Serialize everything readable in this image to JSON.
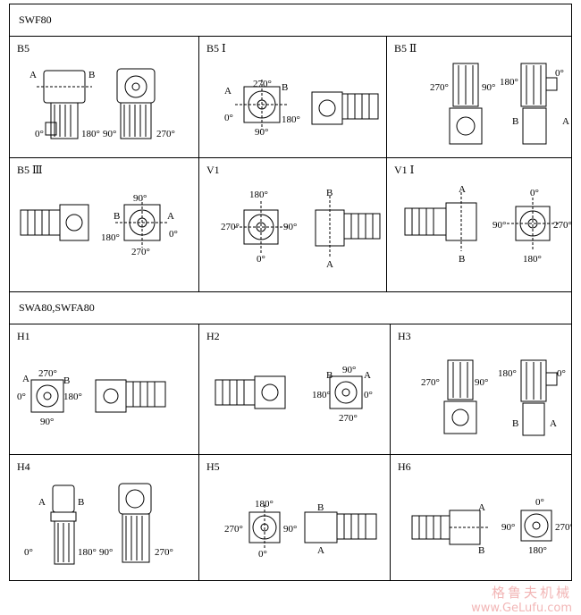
{
  "sections": [
    {
      "title": "SWF80"
    },
    {
      "title": "SWA80,SWFA80"
    }
  ],
  "cells": [
    {
      "code": "B5",
      "angles": [
        "A",
        "B",
        "0°",
        "180°",
        "90°",
        "270°"
      ]
    },
    {
      "code": "B5 Ⅰ",
      "angles": [
        "270°",
        "A",
        "B",
        "0°",
        "180°",
        "90°"
      ]
    },
    {
      "code": "B5 Ⅱ",
      "angles": [
        "270°",
        "90°",
        "180°",
        "0°",
        "B",
        "A"
      ]
    },
    {
      "code": "B5 Ⅲ",
      "angles": [
        "90°",
        "B",
        "A",
        "180°",
        "0°",
        "270°"
      ]
    },
    {
      "code": "V1",
      "angles": [
        "180°",
        "270°",
        "90°",
        "0°",
        "B",
        "A"
      ]
    },
    {
      "code": "V1 Ⅰ",
      "angles": [
        "A",
        "B",
        "90°",
        "270°",
        "0°",
        "180°"
      ]
    },
    {
      "code": "H1",
      "angles": [
        "A",
        "270°",
        "B",
        "0°",
        "180°",
        "90°"
      ]
    },
    {
      "code": "H2",
      "angles": [
        "B",
        "90°",
        "A",
        "180°",
        "0°",
        "270°"
      ]
    },
    {
      "code": "H3",
      "angles": [
        "270°",
        "90°",
        "180°",
        "0°",
        "B",
        "A"
      ]
    },
    {
      "code": "H4",
      "angles": [
        "A",
        "B",
        "0°",
        "180°",
        "90°",
        "270°"
      ]
    },
    {
      "code": "H5",
      "angles": [
        "180°",
        "270°",
        "90°",
        "0°",
        "B",
        "A"
      ]
    },
    {
      "code": "H6",
      "angles": [
        "A",
        "B",
        "0°",
        "90°",
        "270°",
        "180°"
      ]
    }
  ],
  "watermark": {
    "chinese": "格鲁夫机械",
    "url": "www.GeLufu.com"
  }
}
